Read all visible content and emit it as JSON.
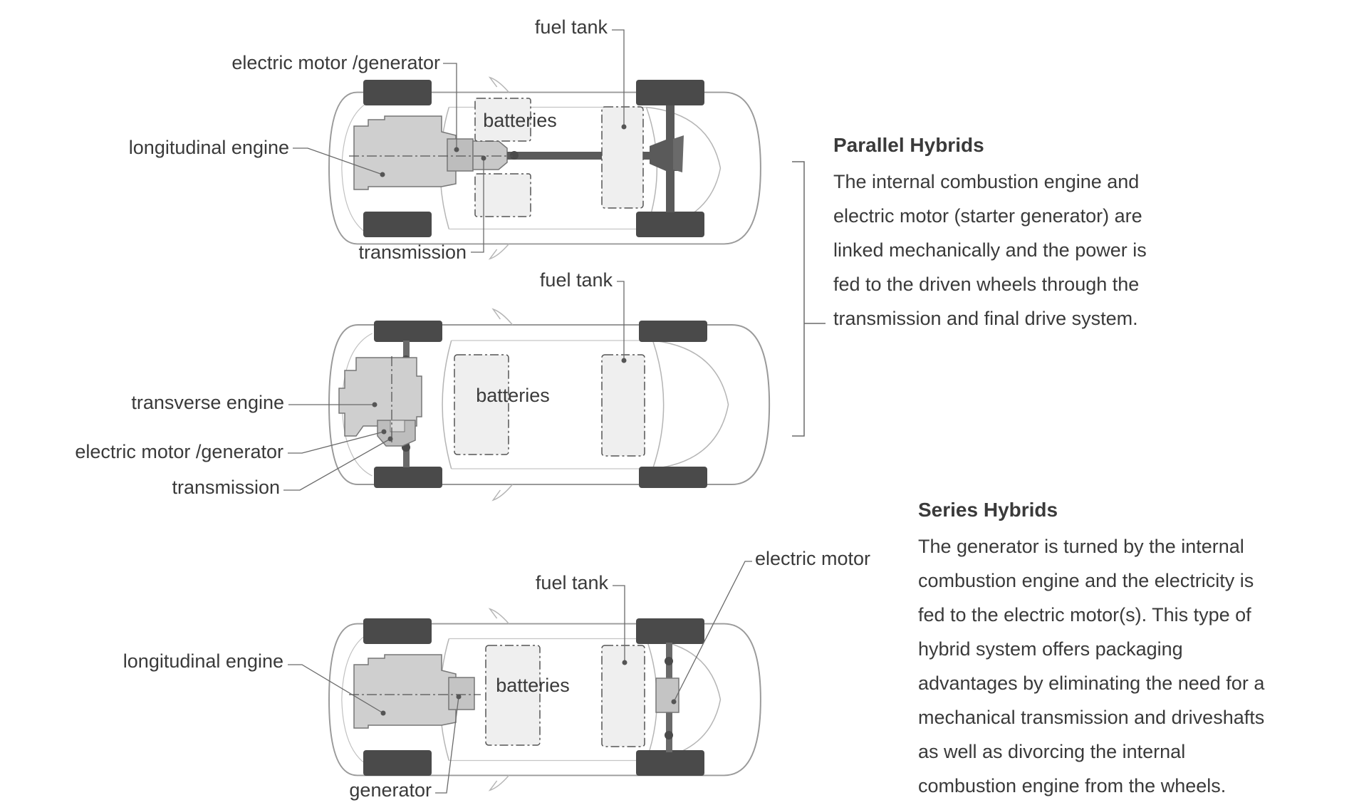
{
  "labels": {
    "car1": {
      "fuel_tank": "fuel tank",
      "motor_generator": "electric motor /generator",
      "batteries": "batteries",
      "engine": "longitudinal  engine",
      "transmission": "transmission"
    },
    "car2": {
      "fuel_tank": "fuel tank",
      "batteries": "batteries",
      "engine": "transverse engine",
      "motor_generator": "electric motor /generator",
      "transmission": "transmission"
    },
    "car3": {
      "fuel_tank": "fuel tank",
      "electric_motor": "electric motor",
      "engine": "longitudinal  engine",
      "batteries": "batteries",
      "generator": "generator"
    }
  },
  "parallel": {
    "title": "Parallel Hybrids",
    "lines": [
      "The internal combustion engine and",
      "electric motor (starter generator) are",
      "linked mechanically and the power is",
      "fed to the driven wheels through the",
      "transmission and final drive system."
    ]
  },
  "series": {
    "title": "Series Hybrids",
    "lines": [
      "The generator is turned by the internal",
      "combustion engine and the electricity is",
      "fed to the electric motor(s). This type of",
      "hybrid system offers packaging",
      "advantages by eliminating the need for a",
      "mechanical transmission and driveshafts",
      "as well as divorcing the internal",
      "combustion engine from the wheels."
    ]
  },
  "colors": {
    "outline": "#9a9a9a",
    "tire": "#4a4a4a",
    "engine_fill": "#cfcfcf",
    "battery_fill": "#efefef",
    "leader": "#6a6a6a",
    "text": "#3a3a3a"
  }
}
